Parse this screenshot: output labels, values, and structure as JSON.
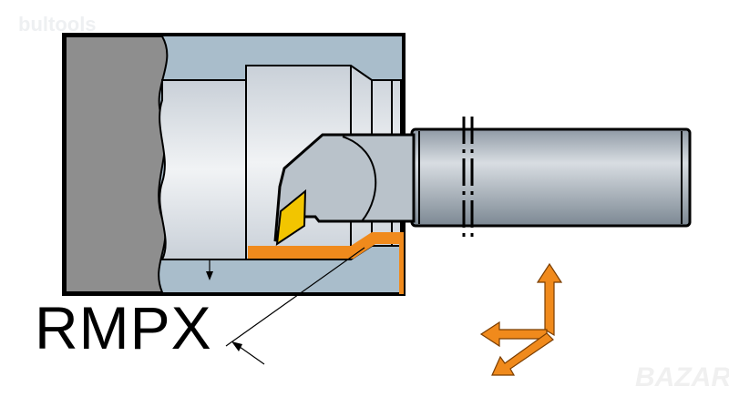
{
  "watermarks": {
    "top_left": "bultools",
    "bottom_right": "BAZAR"
  },
  "label": "RMPX",
  "colors": {
    "chuck": "#8e8e8e",
    "workpiece": "#a9bdcb",
    "bore": "#dfe3e8",
    "tool": "#b9c2ca",
    "insert": "#f2c500",
    "cut": "#f08a1c",
    "arrows": "#f08a1c"
  }
}
